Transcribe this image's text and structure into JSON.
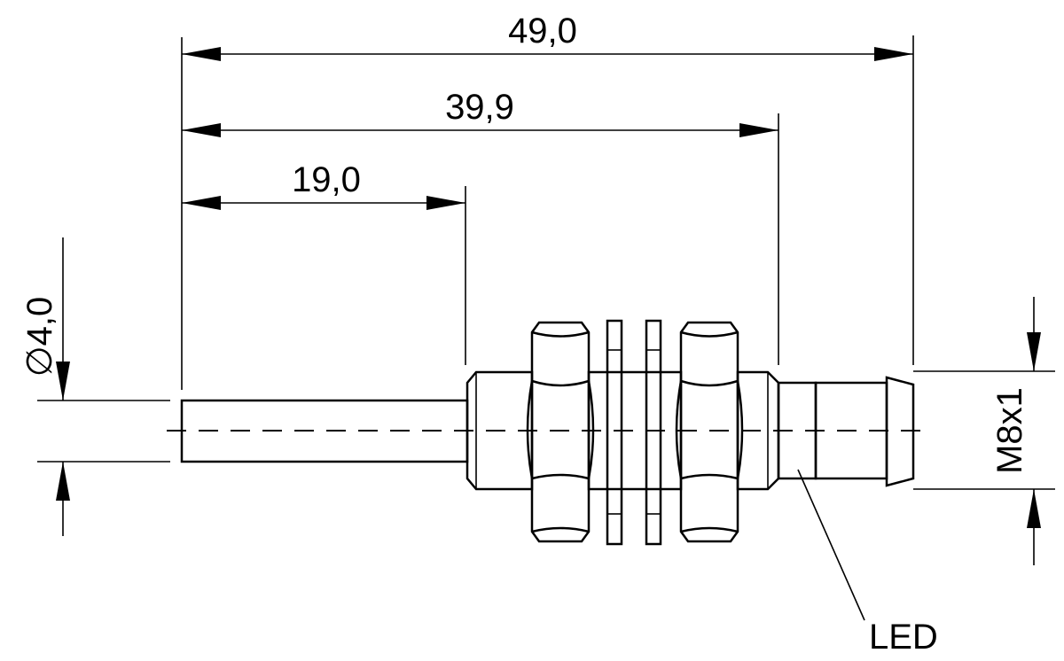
{
  "dimensions": {
    "overall_length": "49,0",
    "housing_length": "39,9",
    "cable_length": "19,0",
    "cable_diameter": "4,0",
    "thread": "M8x1"
  },
  "symbols": {
    "diameter": "∅"
  },
  "labels": {
    "led": "LED"
  }
}
